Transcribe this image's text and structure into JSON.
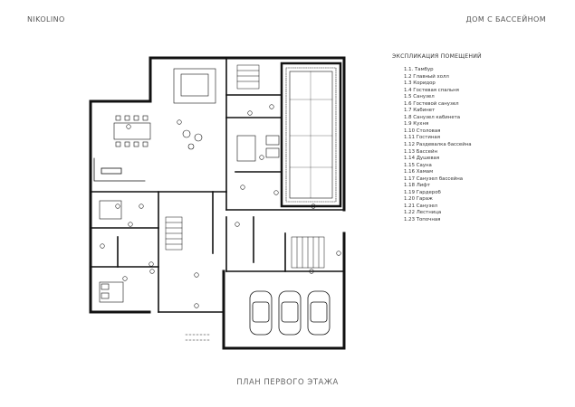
{
  "header": {
    "brand": "NIKOLINO",
    "subtitle": "ДОМ С БАССЕЙНОМ"
  },
  "legend": {
    "title": "ЭКСПЛИКАЦИЯ ПОМЕЩЕНИЙ",
    "items": [
      "1.1.  Тамбур",
      "1.2  Главный холл",
      "1.3  Коридор",
      "1.4  Гостевая спальня",
      "1.5  Санузел",
      "1.6  Гостевой санузел",
      "1.7  Кабинет",
      "1.8  Санузел кабинета",
      "1.9  Кухня",
      "1.10 Столовая",
      "1.11 Гостиная",
      "1.12 Раздевалка бассейна",
      "1.13 Бассейн",
      "1.14 Душевая",
      "1.15 Сауна",
      "1.16 Хамам",
      "1.17 Санузел бассейна",
      "1.18 Лифт",
      "1.19 Гардероб",
      "1.20 Гараж",
      "1.21 Санузел",
      "1.22 Лестница",
      "1.23 Топочная"
    ]
  },
  "plan_title": "ПЛАН ПЕРВОГО ЭТАЖА"
}
